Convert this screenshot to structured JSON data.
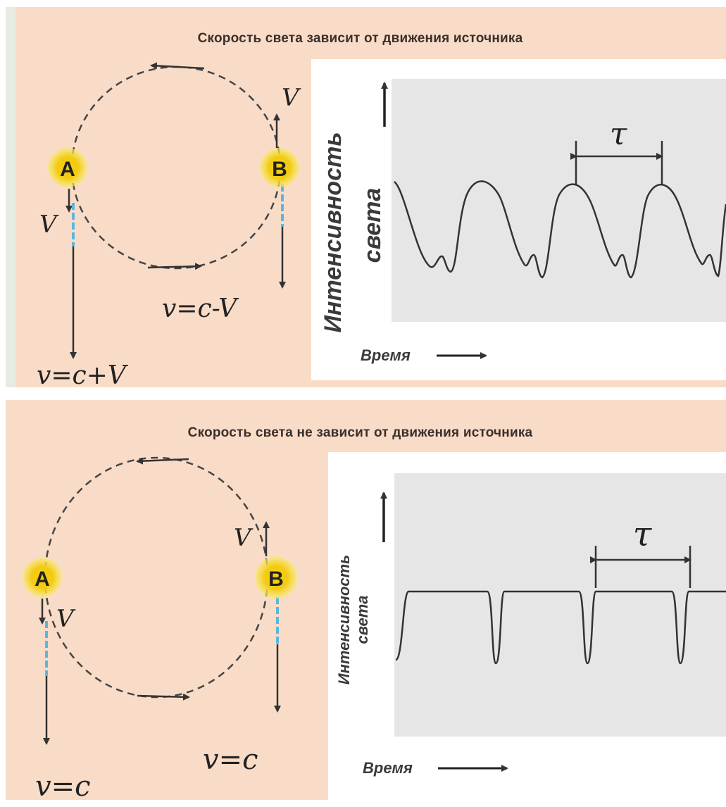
{
  "top": {
    "title": "Скорость света зависит от движения источника",
    "star_a": "A",
    "star_b": "B",
    "v_b": "V",
    "v_a": "V",
    "speed_b": "v=c-V",
    "speed_a": "v=c+V",
    "y_label_1": "Интенсивность",
    "y_label_2": "света",
    "x_label": "Время",
    "period": "τ"
  },
  "bottom": {
    "title": "Скорость света не зависит от движения источника",
    "star_a": "A",
    "star_b": "B",
    "v_b": "V",
    "v_a": "V",
    "speed_b": "v=c",
    "speed_a": "v=c",
    "y_label_1": "Интенсивность",
    "y_label_2": "света",
    "x_label": "Время",
    "period": "τ"
  },
  "colors": {
    "panel_bg": "#f9dcc8",
    "plot_bg": "#e6e6e6",
    "star": "#f3cc12",
    "star_halo": "#f7ea6a",
    "light_trail": "#5ab7e0",
    "ink": "#333333"
  }
}
